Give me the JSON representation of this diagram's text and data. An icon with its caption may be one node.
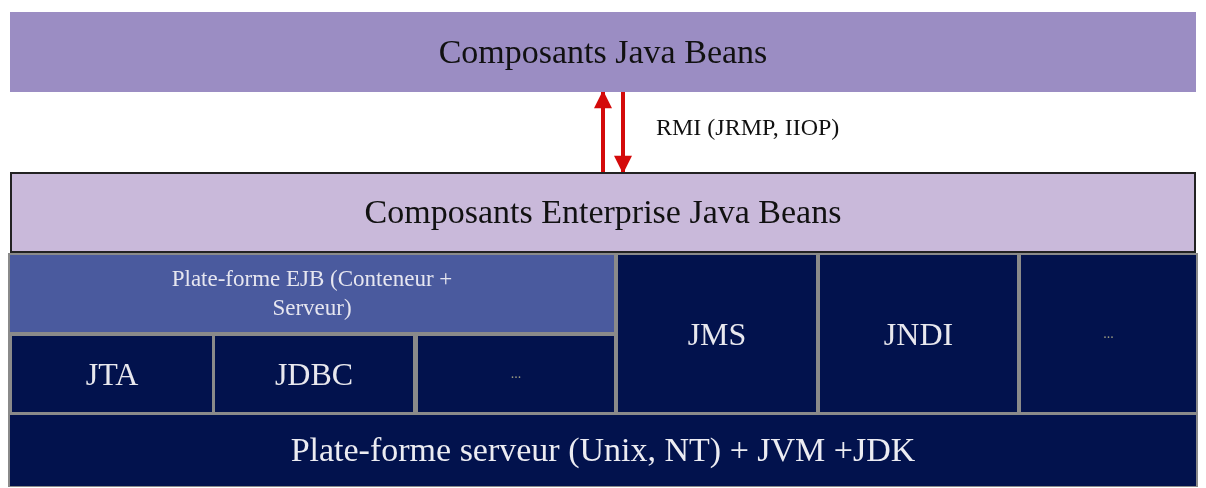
{
  "diagram": {
    "nodes": [
      {
        "text": [
          "Composants Java Beans"
        ]
      },
      {
        "text": [
          "Composants Enterprise Java Beans"
        ]
      },
      {
        "text": [
          "Plate-forme EJB (Conteneur + Serveur)"
        ]
      },
      {
        "text": [
          "JTA"
        ]
      },
      {
        "text": [
          "JDBC"
        ]
      },
      {
        "text": [
          "..."
        ]
      },
      {
        "text": [
          "JMS"
        ]
      },
      {
        "text": [
          "JNDI"
        ]
      },
      {
        "text": [
          "..."
        ]
      },
      {
        "text": [
          "Plate-forme serveur (Unix, NT) + JVM +JDK"
        ]
      }
    ],
    "edges": [
      {
        "from": 1,
        "to": 0,
        "arrow": "to"
      },
      {
        "from": 0,
        "to": 1,
        "arrow": "to"
      }
    ],
    "labels": [
      "RMI (JRMP, IIOP)"
    ]
  }
}
